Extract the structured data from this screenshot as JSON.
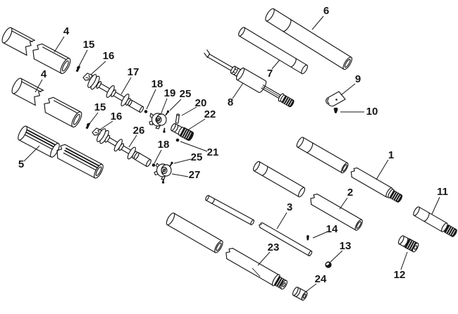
{
  "figure": {
    "kind": "exploded-parts-diagram",
    "colors": {
      "background": "#ffffff",
      "ink": "#161616"
    }
  },
  "callouts": {
    "c1": "1",
    "c2": "2",
    "c3": "3",
    "c4a": "4",
    "c4b": "4",
    "c5": "5",
    "c6": "6",
    "c7": "7",
    "c8": "8",
    "c9": "9",
    "c10": "10",
    "c11": "11",
    "c12": "12",
    "c13": "13",
    "c14": "14",
    "c15a": "15",
    "c15b": "15",
    "c16a": "16",
    "c16b": "16",
    "c17": "17",
    "c18a": "18",
    "c18b": "18",
    "c19": "19",
    "c20": "20",
    "c21": "21",
    "c22": "22",
    "c23": "23",
    "c24": "24",
    "c25a": "25",
    "c25b": "25",
    "c26": "26",
    "c27": "27"
  }
}
